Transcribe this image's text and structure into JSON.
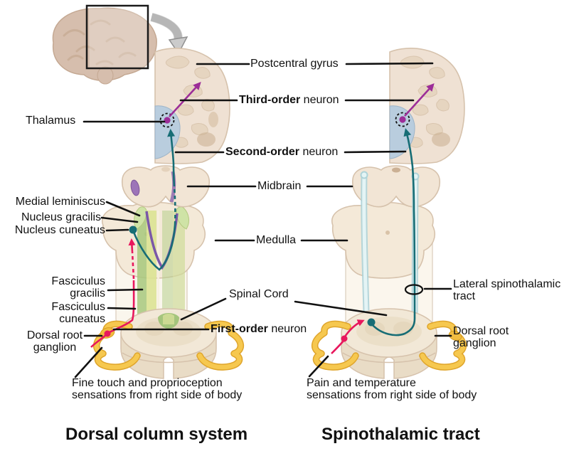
{
  "figure": {
    "title_left": "Dorsal column system",
    "title_right": "Spinothalamic tract"
  },
  "labels": {
    "thalamus": "Thalamus",
    "postcentral_gyrus": "Postcentral gyrus",
    "third_order_bold": "Third-order",
    "third_order_rest": " neuron",
    "second_order_bold": "Second-order",
    "second_order_rest": " neuron",
    "midbrain": "Midbrain",
    "medulla": "Medulla",
    "medial_lemniscus": "Medial leminiscus",
    "nucleus_gracilis": "Nucleus gracilis",
    "nucleus_cuneatus": "Nucleus cuneatus",
    "fasciculus_gracilis_1": "Fasciculus",
    "fasciculus_gracilis_2": "gracilis",
    "fasciculus_cuneatus_1": "Fasciculus",
    "fasciculus_cuneatus_2": "cuneatus",
    "spinal_cord": "Spinal Cord",
    "first_order_bold": "First-order",
    "first_order_rest": " neuron",
    "dorsal_root_ganglion_1": "Dorsal root",
    "dorsal_root_ganglion_2": "ganglion",
    "lateral_spinothalamic_1": "Lateral spinothalamic",
    "lateral_spinothalamic_2": "tract",
    "fine_touch_1": "Fine touch and proprioception",
    "fine_touch_2": "sensations from right side of body",
    "pain_temp_1": "Pain and temperature",
    "pain_temp_2": "sensations from right side of body"
  },
  "colors": {
    "first_order_pathway": "#e8175d",
    "second_order_pathway": "#176d75",
    "third_order_pathway": "#9c2d98",
    "thalamus_fill": "#b9cdde",
    "nerve_root_yellow": "#f1bc40",
    "fasciculus_green": "#a7c87c",
    "fasciculus_yellow_green": "#dce393",
    "spinothalamic_tube": "#aed3d8",
    "tissue_fill": "#f2e5d5",
    "tissue_outline": "#d6c2ac",
    "label_line": "#111111",
    "background": "#ffffff"
  }
}
